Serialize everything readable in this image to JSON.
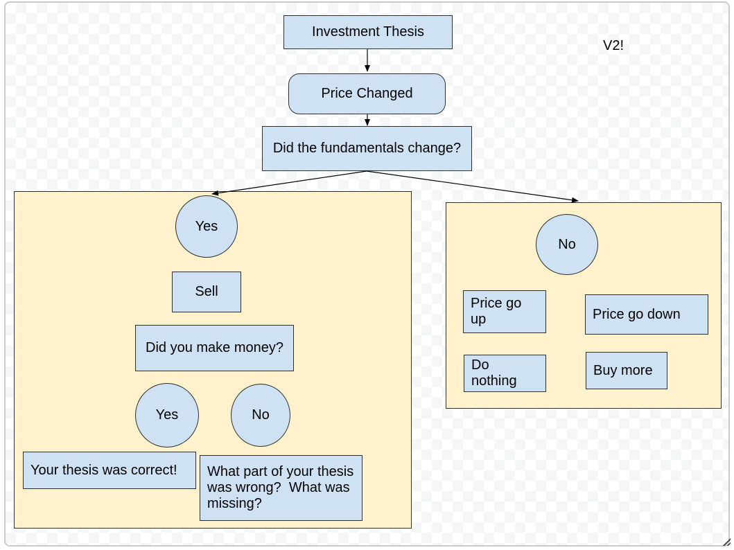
{
  "canvas": {
    "version_note": "V2!"
  },
  "colors": {
    "node_fill": "#cfe2f3",
    "node_border": "#2e2e2e",
    "panel_fill": "#fff2cc",
    "text": "#000000",
    "frame_border": "#c8cbce",
    "checker": "#f5f6f6"
  },
  "diagram": {
    "title_node": "Investment Thesis",
    "price_changed": "Price Changed",
    "fundamentals_question": "Did the fundamentals change?",
    "yes_branch": {
      "decision": "Yes",
      "action": "Sell",
      "question": "Did you make money?",
      "made_money_yes": "Yes",
      "made_money_no": "No",
      "outcome_yes": "Your thesis was correct!",
      "outcome_no": "What part of your thesis\nwas wrong?  What was\nmissing?"
    },
    "no_branch": {
      "decision": "No",
      "case_price_up": "Price go\nup",
      "case_price_down": "Price go down",
      "action_when_up": "Do\nnothing",
      "action_when_down": "Buy more"
    }
  }
}
